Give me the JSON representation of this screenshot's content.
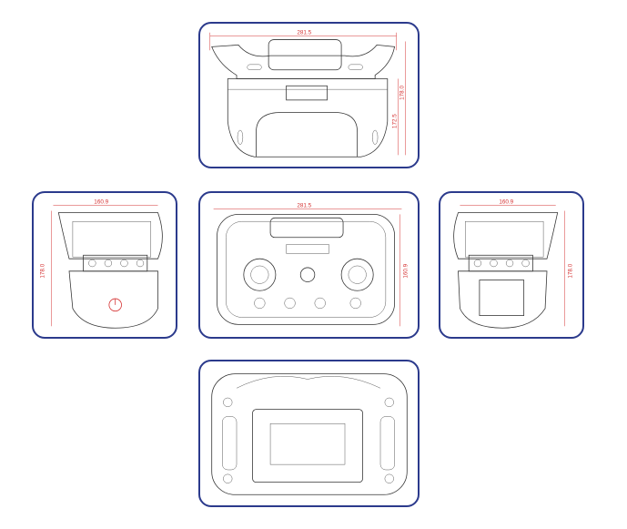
{
  "views": {
    "top": {
      "width": "281.5",
      "height_inner": "172.5",
      "height_outer": "178.0"
    },
    "left": {
      "width": "160.9",
      "height": "178.0"
    },
    "front": {
      "width": "281.5",
      "height": "160.9"
    },
    "right": {
      "width": "160.9",
      "height": "178.0"
    },
    "back": {}
  },
  "colors": {
    "frame": "#2b3a8c",
    "dimension": "#d43030",
    "drawing": "#333333"
  }
}
